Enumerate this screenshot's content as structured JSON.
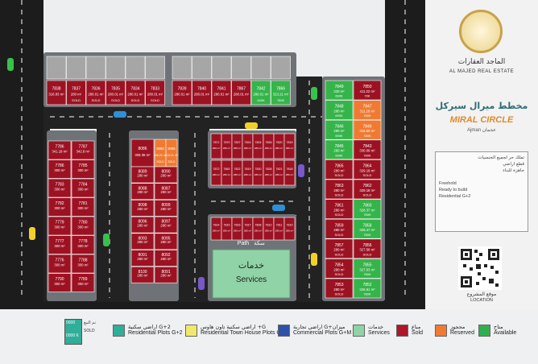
{
  "brand": {
    "name_ar": "الماجد العقارات",
    "name_en": "AL MAJED REAL ESTATE",
    "project_ar": "مخطط ميرال سيركل",
    "project_en": "MIRAL CIRCLE",
    "city_en": "Ajman",
    "city_ar": "عجمان",
    "notes_ar": [
      "تملك حر لجميع الجنسيات",
      "قطع اراضي",
      "جاهزة للبناء"
    ],
    "notes_en": [
      "Freehold",
      "Ready to build",
      "Residential G+2"
    ],
    "qr_caption_ar": "موقع المشروع",
    "qr_caption_en": "LOCATION"
  },
  "services": {
    "ar": "خدمات",
    "en": "Services"
  },
  "path": {
    "en": "Path",
    "ar": "سكة"
  },
  "legend": {
    "price_box": {
      "line1": "0000",
      "line2": "0000 K",
      "sold_ar": "تم البيع",
      "sold_en": "SOLD"
    },
    "items": [
      {
        "ar": "اراضي سكنية G+2",
        "en": "Residential Plots G+2",
        "color": "#2fae9a"
      },
      {
        "ar": "اراضي سكنية تاون هاوس +G",
        "en": "Residential Town House Plots G+2",
        "color": "#f2e86d"
      },
      {
        "ar": "اراضي تجارية G+ميزان",
        "en": "Commercial Plots G+M",
        "color": "#2f4fa8"
      },
      {
        "ar": "خدمات",
        "en": "Services",
        "color": "#8fd3a6"
      },
      {
        "ar": "مباع",
        "en": "Sold",
        "color": "#b0162a"
      },
      {
        "ar": "محجوز",
        "en": "Reserved",
        "color": "#f07a32"
      },
      {
        "ar": "متاح",
        "en": "Available",
        "color": "#2fb04d"
      }
    ]
  },
  "colors": {
    "sold": "#9c1222",
    "reserved": "#f07a32",
    "available": "#35b44a",
    "services": "#8fd3a6",
    "road": "#1c1c1c",
    "block": "#6f7377",
    "empty": "#a6a6a6"
  },
  "plots": {
    "top_row": [
      {
        "n": "7838",
        "a": "316.83 m²",
        "s": "sold"
      },
      {
        "n": "7837",
        "a": "280 m²",
        "s": "sold",
        "t": "SOLD"
      },
      {
        "n": "7836",
        "a": "280.01 m²",
        "s": "sold",
        "t": "SOLD"
      },
      {
        "n": "7835",
        "a": "280.01 m²",
        "s": "sold",
        "t": "SOLD"
      },
      {
        "n": "7834",
        "a": "280.01 m²",
        "s": "sold",
        "t": "SOLD"
      },
      {
        "n": "7833",
        "a": "280.01 m²",
        "s": "sold",
        "t": "SOLD"
      },
      {
        "n": "7839",
        "a": "280.01 m²",
        "s": "sold"
      },
      {
        "n": "7840",
        "a": "280.01 m²",
        "s": "sold"
      },
      {
        "n": "7841",
        "a": "280.01 m²",
        "s": "sold"
      },
      {
        "n": "7867",
        "a": "280.01 m²",
        "s": "sold"
      },
      {
        "n": "7842",
        "a": "280.01 m²",
        "s": "avail",
        "t": "640K"
      },
      {
        "n": "7866",
        "a": "313.21 m²",
        "s": "avail",
        "t": "750K"
      }
    ],
    "left_col_a": [
      {
        "n": "7786",
        "a": "341.19 m²"
      },
      {
        "n": "7786",
        "a": "300 m²"
      },
      {
        "n": "7783",
        "a": "300 m²"
      },
      {
        "n": "7782",
        "a": "300 m²"
      },
      {
        "n": "7779",
        "a": "300 m²"
      },
      {
        "n": "7777",
        "a": "300 m²"
      },
      {
        "n": "7776",
        "a": "300 m²"
      },
      {
        "n": "7790",
        "a": "300 m²"
      }
    ],
    "left_col_b": [
      {
        "n": "7787",
        "a": "342.8 m²"
      },
      {
        "n": "7785",
        "a": "300 m²"
      },
      {
        "n": "7784",
        "a": "300 m²"
      },
      {
        "n": "7781",
        "a": "300 m²"
      },
      {
        "n": "7780",
        "a": "300 m²"
      },
      {
        "n": "7778",
        "a": "300 m²"
      },
      {
        "n": "7788",
        "a": "300 m²"
      },
      {
        "n": "7789",
        "a": "300 m²"
      }
    ],
    "mid_col_a": [
      {
        "n": "8086",
        "a": "308.36 m²",
        "s": "sold"
      },
      {
        "n": "8089",
        "a": "280 m²",
        "s": "sold"
      },
      {
        "n": "8088",
        "a": "280 m²",
        "s": "sold"
      },
      {
        "n": "8098",
        "a": "280 m²",
        "s": "sold"
      },
      {
        "n": "8096",
        "a": "280 m²",
        "s": "sold"
      },
      {
        "n": "8093",
        "a": "280 m²",
        "s": "sold"
      },
      {
        "n": "8091",
        "a": "280 m²",
        "s": "sold"
      },
      {
        "n": "8100",
        "a": "280 m²",
        "s": "sold"
      }
    ],
    "mid_col_b1": {
      "n": "8086",
      "a": "316.21 m²",
      "t": "SOLD",
      "s": "reserved"
    },
    "mid_col_b2": {
      "n": "8085",
      "a": "313.21 m²",
      "t": "SOLD",
      "s": "reserved"
    },
    "mid_col_b": [
      {
        "n": "8090",
        "a": "280 m²",
        "s": "sold"
      },
      {
        "n": "8087",
        "a": "280 m²",
        "s": "sold"
      },
      {
        "n": "8099",
        "a": "280 m²",
        "s": "sold"
      },
      {
        "n": "8097",
        "a": "280 m²",
        "s": "sold"
      },
      {
        "n": "8095",
        "a": "280 m²",
        "s": "sold"
      },
      {
        "n": "8092",
        "a": "280 m²",
        "s": "sold"
      },
      {
        "n": "8091",
        "a": "280 m²",
        "s": "sold"
      }
    ],
    "center_top": [
      {
        "n": "7871",
        "a": "280 m²"
      },
      {
        "n": "7870",
        "a": "280 m²"
      },
      {
        "n": "7827",
        "a": "280 m²"
      },
      {
        "n": "7824",
        "a": "280 m²"
      },
      {
        "n": "7824",
        "a": "280 m²"
      },
      {
        "n": "7826",
        "a": "280 m²"
      },
      {
        "n": "7820",
        "a": "280 m²"
      },
      {
        "n": "7819",
        "a": "280 m²"
      }
    ],
    "center_mid": [
      {
        "n": "7872",
        "a": "280 m²"
      },
      {
        "n": "7863",
        "a": "280 m²"
      },
      {
        "n": "7822",
        "a": "280 m²"
      },
      {
        "n": "7819",
        "a": "280 m²"
      },
      {
        "n": "7830",
        "a": "280 m²"
      },
      {
        "n": "7828",
        "a": "280 m²"
      },
      {
        "n": "7821",
        "a": "280 m²"
      },
      {
        "n": "7818",
        "a": "280 m²"
      }
    ],
    "center_bot": [
      {
        "n": "7814",
        "a": "280 m²"
      },
      {
        "n": "7815",
        "a": "280 m²"
      },
      {
        "n": "7816",
        "a": "280 m²"
      },
      {
        "n": "7817",
        "a": "280 m²"
      },
      {
        "n": "7808",
        "a": "280 m²"
      },
      {
        "n": "7812",
        "a": "280 m²"
      },
      {
        "n": "7811",
        "a": "280 m²"
      },
      {
        "n": "7810",
        "a": "280 m²"
      }
    ],
    "right_col_a": [
      {
        "n": "7849",
        "a": "330 m²",
        "t": "690K",
        "s": "avail"
      },
      {
        "n": "7848",
        "a": "280 m²",
        "t": "690K",
        "s": "avail"
      },
      {
        "n": "7846",
        "a": "280 m²",
        "t": "690K",
        "s": "avail"
      },
      {
        "n": "7845",
        "a": "280 m²",
        "t": "690K",
        "s": "avail"
      },
      {
        "n": "7865",
        "a": "280 m²",
        "t": "SOLD",
        "s": "sold"
      },
      {
        "n": "7863",
        "a": "280 m²",
        "t": "SOLD",
        "s": "sold"
      },
      {
        "n": "7861",
        "a": "280 m²",
        "t": "SOLD",
        "s": "sold"
      },
      {
        "n": "7859",
        "a": "280 m²",
        "t": "SOLD",
        "s": "sold"
      },
      {
        "n": "7857",
        "a": "280 m²",
        "t": "SOLD",
        "s": "sold"
      },
      {
        "n": "7854",
        "a": "280 m²",
        "t": "SOLD",
        "s": "sold"
      },
      {
        "n": "7853",
        "a": "280 m²",
        "t": "SOLD",
        "s": "sold"
      }
    ],
    "right_col_b": [
      {
        "n": "7850",
        "a": "411.22 m²",
        "t": "70K",
        "s": "sold"
      },
      {
        "n": "7847",
        "a": "311.28 m²",
        "t": "780K",
        "s": "reserved"
      },
      {
        "n": "7846",
        "a": "316.60 m²",
        "t": "780K",
        "s": "reserved"
      },
      {
        "n": "7843",
        "a": "330.09 m²",
        "t": "780K",
        "s": "sold"
      },
      {
        "n": "7864",
        "a": "329.19 m²",
        "t": "SOLD",
        "s": "sold"
      },
      {
        "n": "7862",
        "a": "329.18 m²",
        "t": "SOLD",
        "s": "sold"
      },
      {
        "n": "7860",
        "a": "328.37 m²",
        "t": "780K",
        "s": "avail"
      },
      {
        "n": "7858",
        "a": "328.47 m²",
        "t": "780K",
        "s": "avail"
      },
      {
        "n": "7856",
        "a": "327.56 m²",
        "t": "SOLD",
        "s": "sold"
      },
      {
        "n": "7855",
        "a": "327.03 m²",
        "t": "780K",
        "s": "avail"
      },
      {
        "n": "7852",
        "a": "326.51 m²",
        "t": "780K",
        "s": "avail"
      }
    ]
  }
}
